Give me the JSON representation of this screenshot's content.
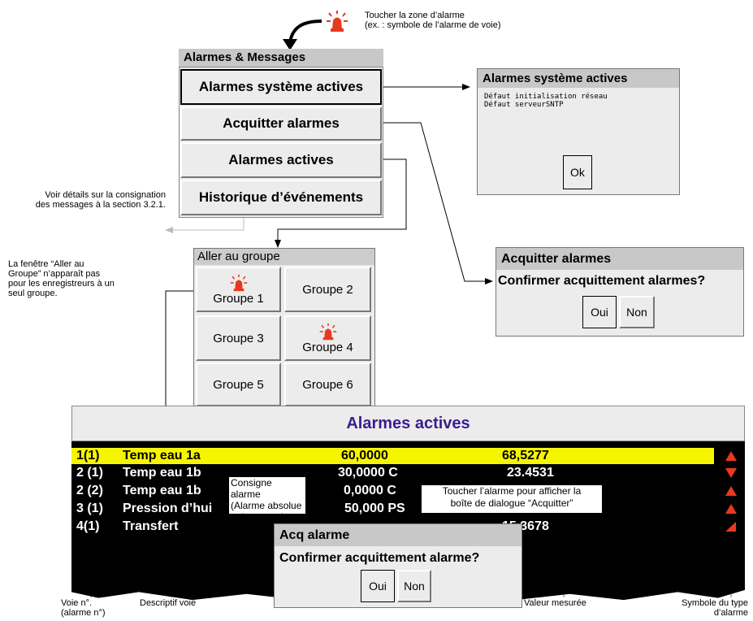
{
  "top_note": {
    "line1": "Toucher la zone d’alarme",
    "line2": "(ex. :  symbole de l’alarme de voie)"
  },
  "menu": {
    "title": "Alarmes & Messages",
    "items": [
      "Alarmes système actives",
      "Acquitter alarmes",
      "Alarmes actives",
      "Historique d’événements"
    ]
  },
  "sys_dialog": {
    "title": "Alarmes système actives",
    "lines": [
      "Défaut initialisation réseau",
      "Défaut serveurSNTP"
    ],
    "ok": "Ok"
  },
  "note_events": {
    "line1": "Voir détails sur la consignation",
    "line2": "des messages à la section 3.2.1."
  },
  "note_group": {
    "line1": "La fenêtre “Aller au",
    "line2": "Groupe” n’apparaît pas",
    "line3": "pour les enregistreurs à un",
    "line4": "seul groupe."
  },
  "group_dialog": {
    "title": "Aller au groupe",
    "groups": [
      "Groupe 1",
      "Groupe 2",
      "Groupe 3",
      "Groupe 4",
      "Groupe 5",
      "Groupe 6"
    ]
  },
  "ack_dialog": {
    "title": "Acquitter alarmes",
    "question": "Confirmer acquittement alarmes?",
    "yes": "Oui",
    "no": "Non"
  },
  "active_alarms": {
    "title": "Alarmes actives",
    "rows": [
      {
        "ch": "1(1)",
        "desc": "Temp eau 1a",
        "sp": "60,0000",
        "val": "68,5277",
        "type": "high"
      },
      {
        "ch": "2 (1)",
        "desc": "Temp eau 1b",
        "sp": "30,0000 C",
        "val": "23.4531",
        "type": "low"
      },
      {
        "ch": "2 (2)",
        "desc": "Temp eau 1b",
        "sp": "0,0000 C",
        "val": "",
        "type": "high"
      },
      {
        "ch": "3 (1)",
        "desc": "Pression d’hui",
        "sp": "50,000 PS",
        "val": "",
        "type": "high"
      },
      {
        "ch": "4(1)",
        "desc": "Transfert",
        "sp": "",
        "val": "15.3678",
        "type": "rate"
      }
    ]
  },
  "setpoint_note": {
    "line1": "Consigne alarme",
    "line2": "(Alarme absolue",
    "line3": "uniquement)"
  },
  "touch_note": {
    "line1": "Toucher l’alarme pour afficher la",
    "line2": "boîte de dialogue “Acquitter”"
  },
  "acq_dialog": {
    "title": "Acq alarme",
    "question": "Confirmer acquittement alarme?",
    "yes": "Oui",
    "no": "Non"
  },
  "labels": {
    "channel": {
      "line1": "Voie n°.",
      "line2": "(alarme n°)"
    },
    "descriptor": "Descriptif voie",
    "measured": "Valeur mesurée",
    "symbol": {
      "line1": "Symbole du type",
      "line2": "d’alarme"
    }
  },
  "colors": {
    "alarm_red": "#e8391e",
    "title_purple": "#3a1d8f",
    "highlight": "#f5f500"
  }
}
